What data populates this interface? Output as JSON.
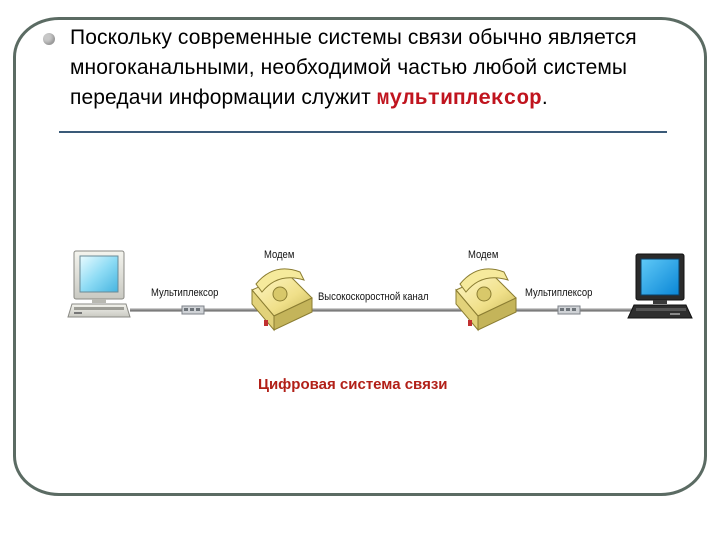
{
  "slide": {
    "bullet_text": "Поскольку современные системы связи обычно является многоканальными, необходимой частью любой системы передачи информации служит ",
    "highlight": "мультиплексор",
    "bullet_end": "."
  },
  "diagram": {
    "labels": {
      "modem_left": "Модем",
      "modem_right": "Модем",
      "mux_left": "Мультиплексор",
      "mux_right": "Мультиплексор",
      "channel": "Высокоскоростной канал"
    },
    "caption": "Цифровая система связи"
  },
  "colors": {
    "frame": "#5b6b63",
    "highlight": "#c0141e",
    "caption": "#b22018",
    "rule": "#3a5a78"
  }
}
